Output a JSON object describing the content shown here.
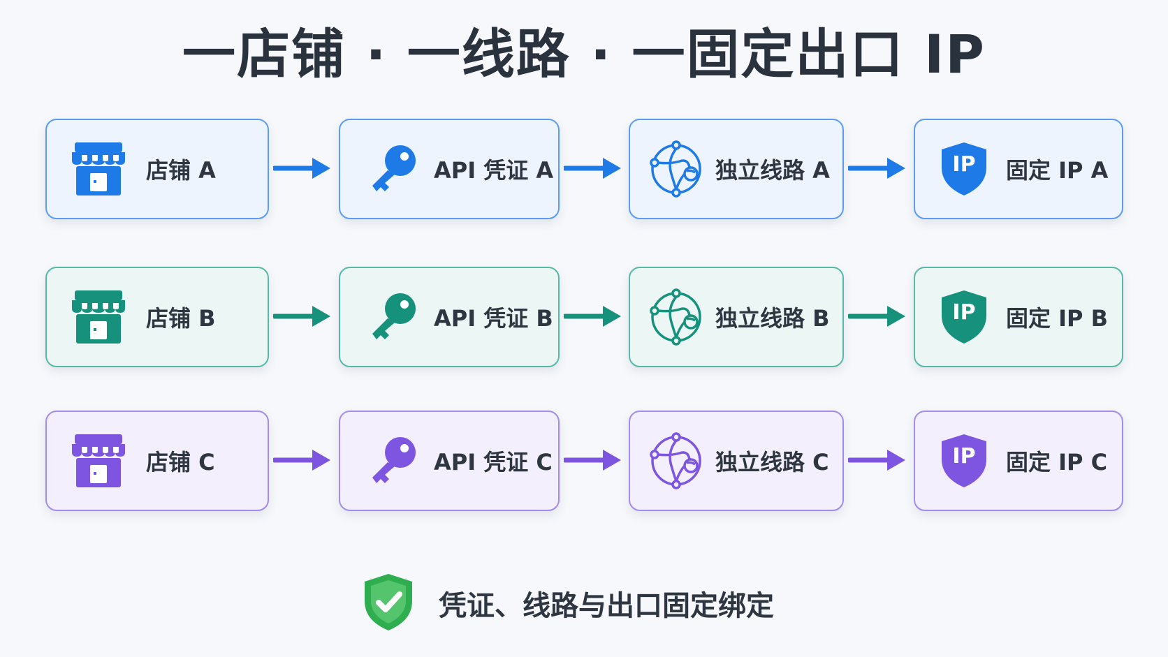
{
  "title": "一店铺 · 一线路 · 一固定出口 IP",
  "colors": {
    "blue": "#1e7ae6",
    "teal": "#16917c",
    "purple": "#7d55e0",
    "check_green": "#2eae4e"
  },
  "rows": [
    {
      "theme": "blue",
      "color": "#1e7ae6",
      "store": "店铺 A",
      "credential": "API 凭证 A",
      "route": "独立线路 A",
      "ip_badge": "IP",
      "fixed_ip": "固定 IP A"
    },
    {
      "theme": "teal",
      "color": "#16917c",
      "store": "店铺 B",
      "credential": "API 凭证 B",
      "route": "独立线路 B",
      "ip_badge": "IP",
      "fixed_ip": "固定 IP B"
    },
    {
      "theme": "purple",
      "color": "#7d55e0",
      "store": "店铺 C",
      "credential": "API 凭证 C",
      "route": "独立线路 C",
      "ip_badge": "IP",
      "fixed_ip": "固定 IP C"
    }
  ],
  "icons": [
    "store-icon",
    "key-icon",
    "network-route-icon",
    "ip-shield-icon",
    "arrow-right-icon",
    "check-shield-icon"
  ],
  "footer": {
    "text": "凭证、线路与出口固定绑定"
  }
}
